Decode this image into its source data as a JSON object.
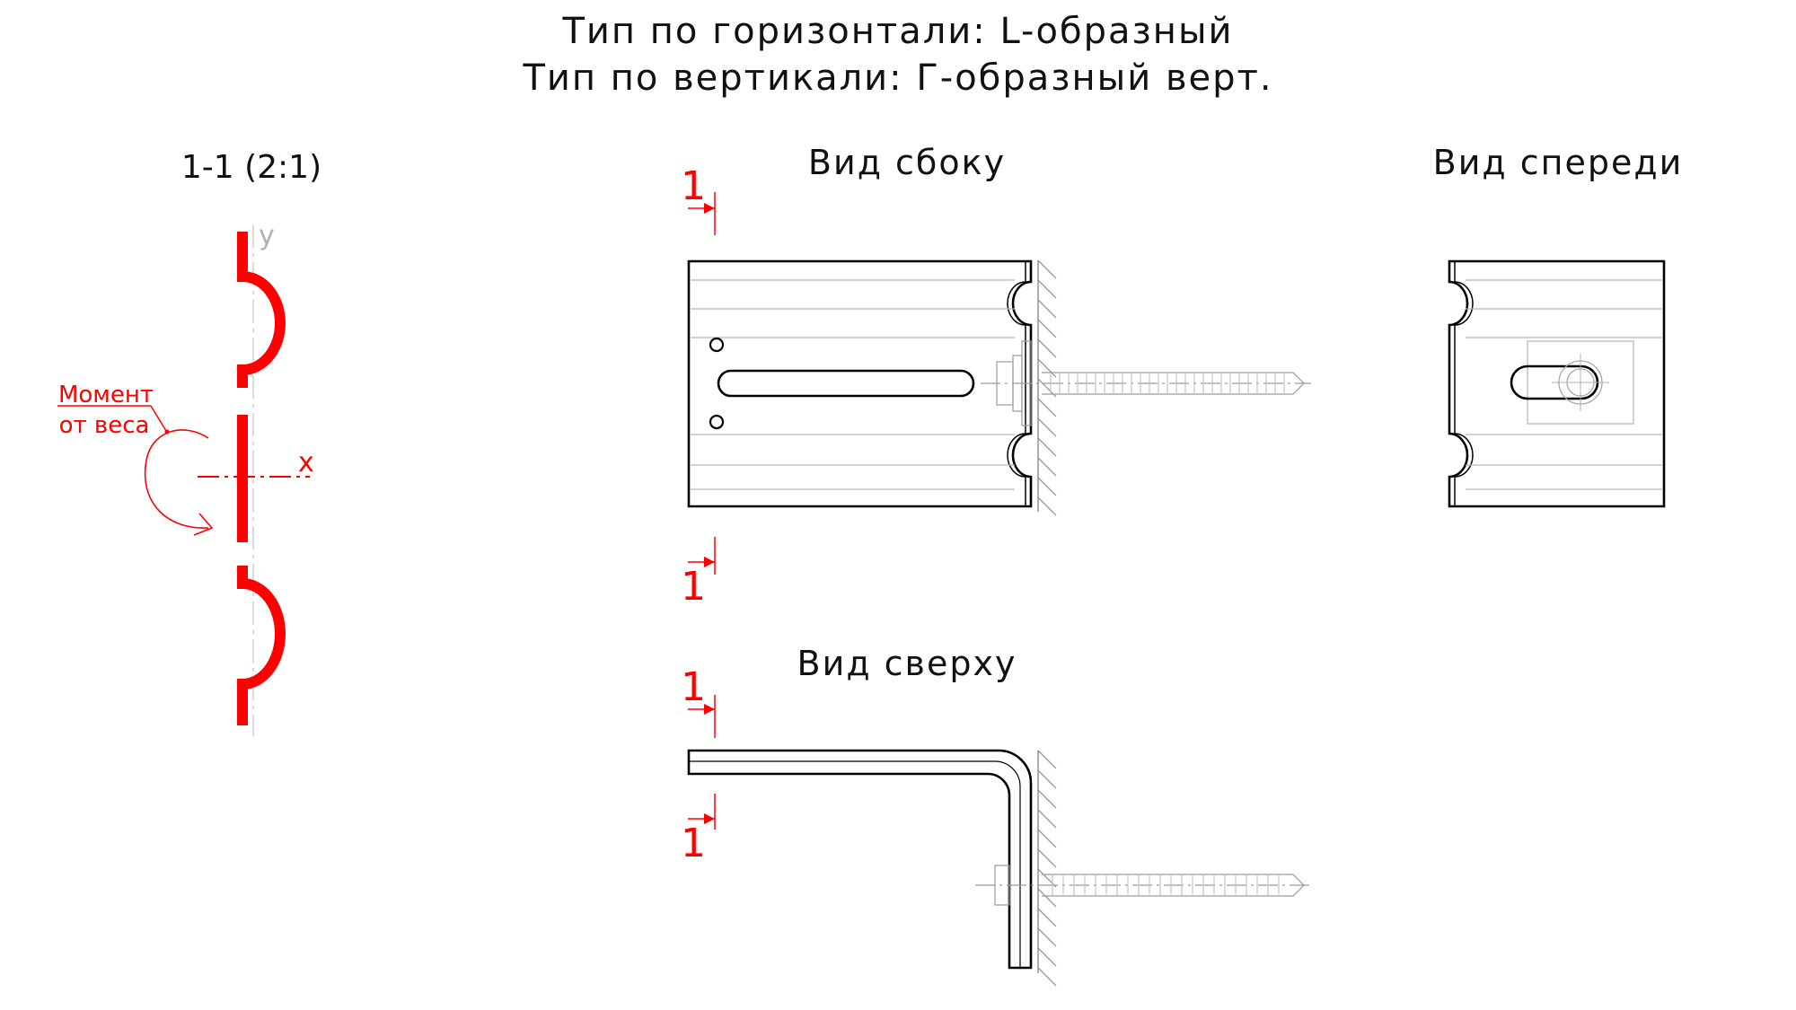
{
  "header": {
    "line1": "Тип по горизонтали: L-образный",
    "line2": "Тип по вертикали: Г-образный верт."
  },
  "section": {
    "title": "1-1 (2:1)",
    "axis_y": "y",
    "axis_x": "x",
    "moment_line1": "Момент",
    "moment_line2": "от веса"
  },
  "views": {
    "side": "Вид сбоку",
    "front": "Вид спереди",
    "top": "Вид сверху"
  },
  "cut_marks": {
    "side_top": "1",
    "side_bottom": "1",
    "top_top": "1",
    "top_bottom": "1"
  },
  "colors": {
    "section": "#ff0000",
    "outline": "#000000",
    "construction": "#b8b8b8"
  }
}
